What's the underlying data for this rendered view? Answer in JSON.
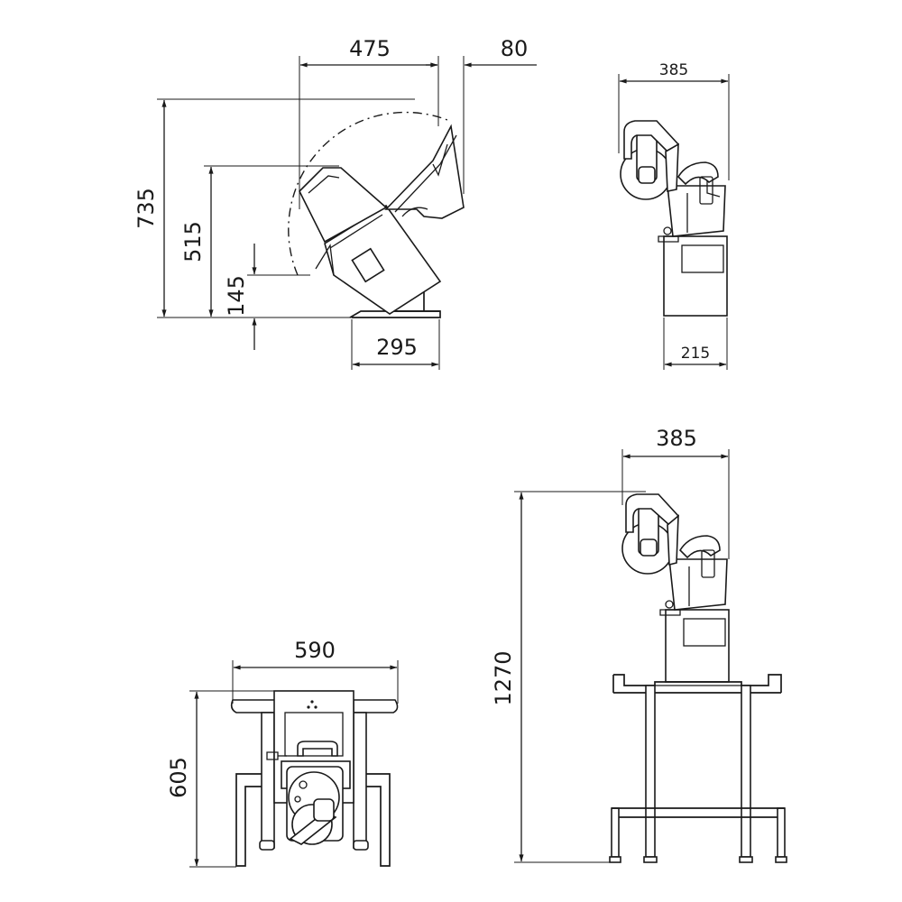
{
  "drawing": {
    "side_view": {
      "dim_width_top": "475",
      "dim_offset_top": "80",
      "dim_total_height": "735",
      "dim_mid_height": "515",
      "dim_low_height": "145",
      "dim_base_width": "295"
    },
    "front_view": {
      "dim_width_top": "385",
      "dim_width_bottom": "215"
    },
    "top_view": {
      "dim_width": "590",
      "dim_depth": "605"
    },
    "stand_view": {
      "dim_width": "385",
      "dim_height": "1270"
    }
  }
}
